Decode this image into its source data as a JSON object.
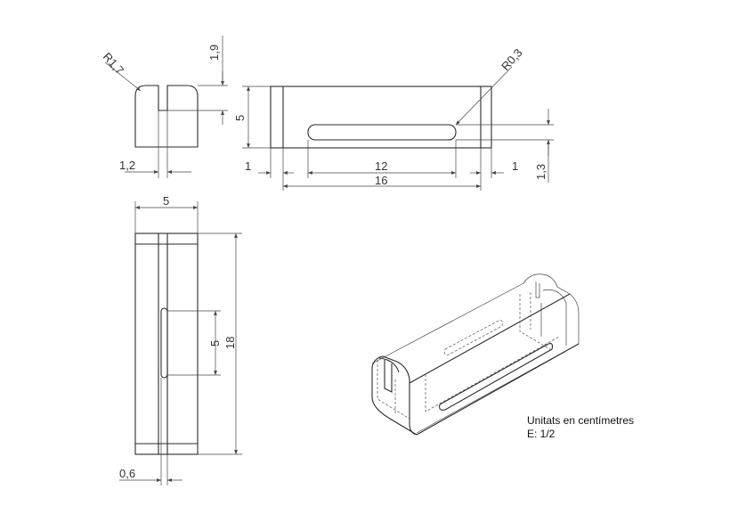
{
  "dimensions": {
    "top_radius": "R1,7",
    "top_slot_depth": "1,9",
    "top_slot_width": "1,2",
    "front_height": "5",
    "front_radius": "R0,3",
    "front_left_margin": "1",
    "front_slot_length": "12",
    "front_right_margin": "1",
    "front_total_length": "16",
    "front_slot_height": "1,3",
    "side_width": "5",
    "side_slot_length": "5",
    "side_total_length": "18",
    "side_slot_width": "0,6"
  },
  "notes": {
    "units": "Unitats en centímetres",
    "scale": "E: 1/2"
  }
}
